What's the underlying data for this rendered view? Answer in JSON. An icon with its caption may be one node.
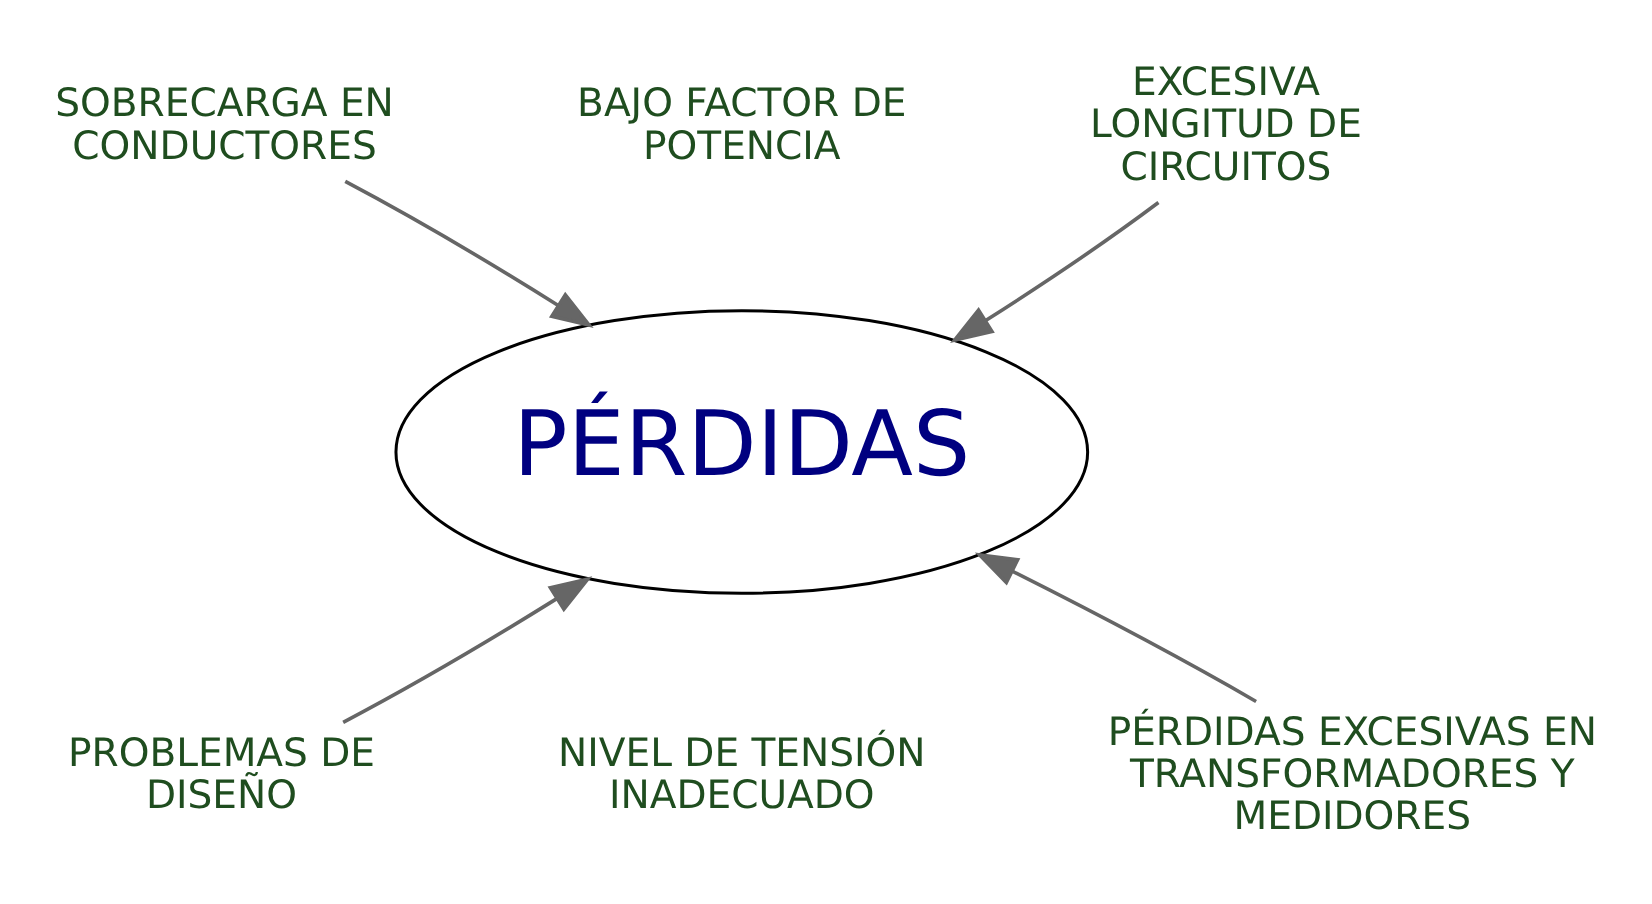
{
  "diagram": {
    "nodes": [
      {
        "text": [
          "SOBRECARGA EN CONDUCTORES"
        ]
      },
      {
        "text": [
          "BAJO FACTOR DE POTENCIA"
        ]
      },
      {
        "text": [
          "EXCESIVA LONGITUD DE CIRCUITOS"
        ]
      },
      {
        "text": [
          "PÉRDIDAS"
        ]
      },
      {
        "text": [
          "PROBLEMAS DE DISEÑO"
        ]
      },
      {
        "text": [
          "NIVEL DE TENSIÓN INADECUADO"
        ]
      },
      {
        "text": [
          "PÉRDIDAS EXCESIVAS EN TRANSFORMADORES Y MEDIDORES"
        ]
      }
    ],
    "edges": [
      {
        "from": 0,
        "to": 3,
        "arrow": "to"
      },
      {
        "from": 2,
        "to": 3,
        "arrow": "to"
      },
      {
        "from": 4,
        "to": 3,
        "arrow": "to"
      },
      {
        "from": 6,
        "to": 3,
        "arrow": "to"
      }
    ]
  }
}
